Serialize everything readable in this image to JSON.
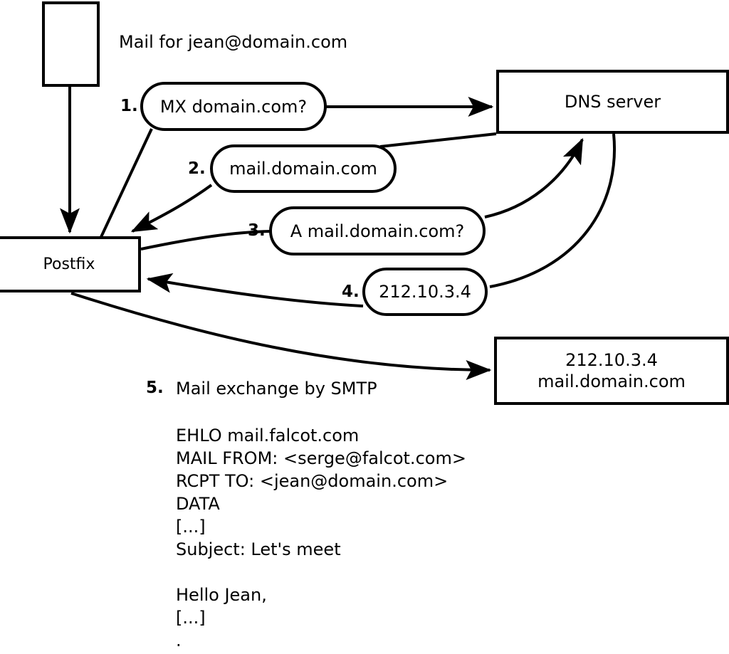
{
  "diagram": {
    "title": "Mail delivery via Postfix, DNS lookup and SMTP exchange",
    "stroke_color": "#000000",
    "background_color": "#ffffff",
    "nodes": {
      "client": {
        "label": ""
      },
      "postfix": {
        "label": "Postfix"
      },
      "dns": {
        "label": "DNS server"
      },
      "target": {
        "line1": "212.10.3.4",
        "line2": "mail.domain.com"
      }
    },
    "annotations": {
      "mail_for": "Mail for jean@domain.com",
      "smtp_caption": "Mail exchange by SMTP"
    },
    "steps": [
      {
        "number": "1.",
        "label": "MX domain.com?"
      },
      {
        "number": "2.",
        "label": "mail.domain.com"
      },
      {
        "number": "3.",
        "label": "A mail.domain.com?"
      },
      {
        "number": "4.",
        "label": "212.10.3.4"
      },
      {
        "number": "5.",
        "label": "Mail exchange by SMTP"
      }
    ],
    "smtp_transcript": "EHLO mail.falcot.com\nMAIL FROM: <serge@falcot.com>\nRCPT TO: <jean@domain.com>\nDATA\n[...]\nSubject: Let's meet\n\nHello Jean,\n[...]\n."
  }
}
